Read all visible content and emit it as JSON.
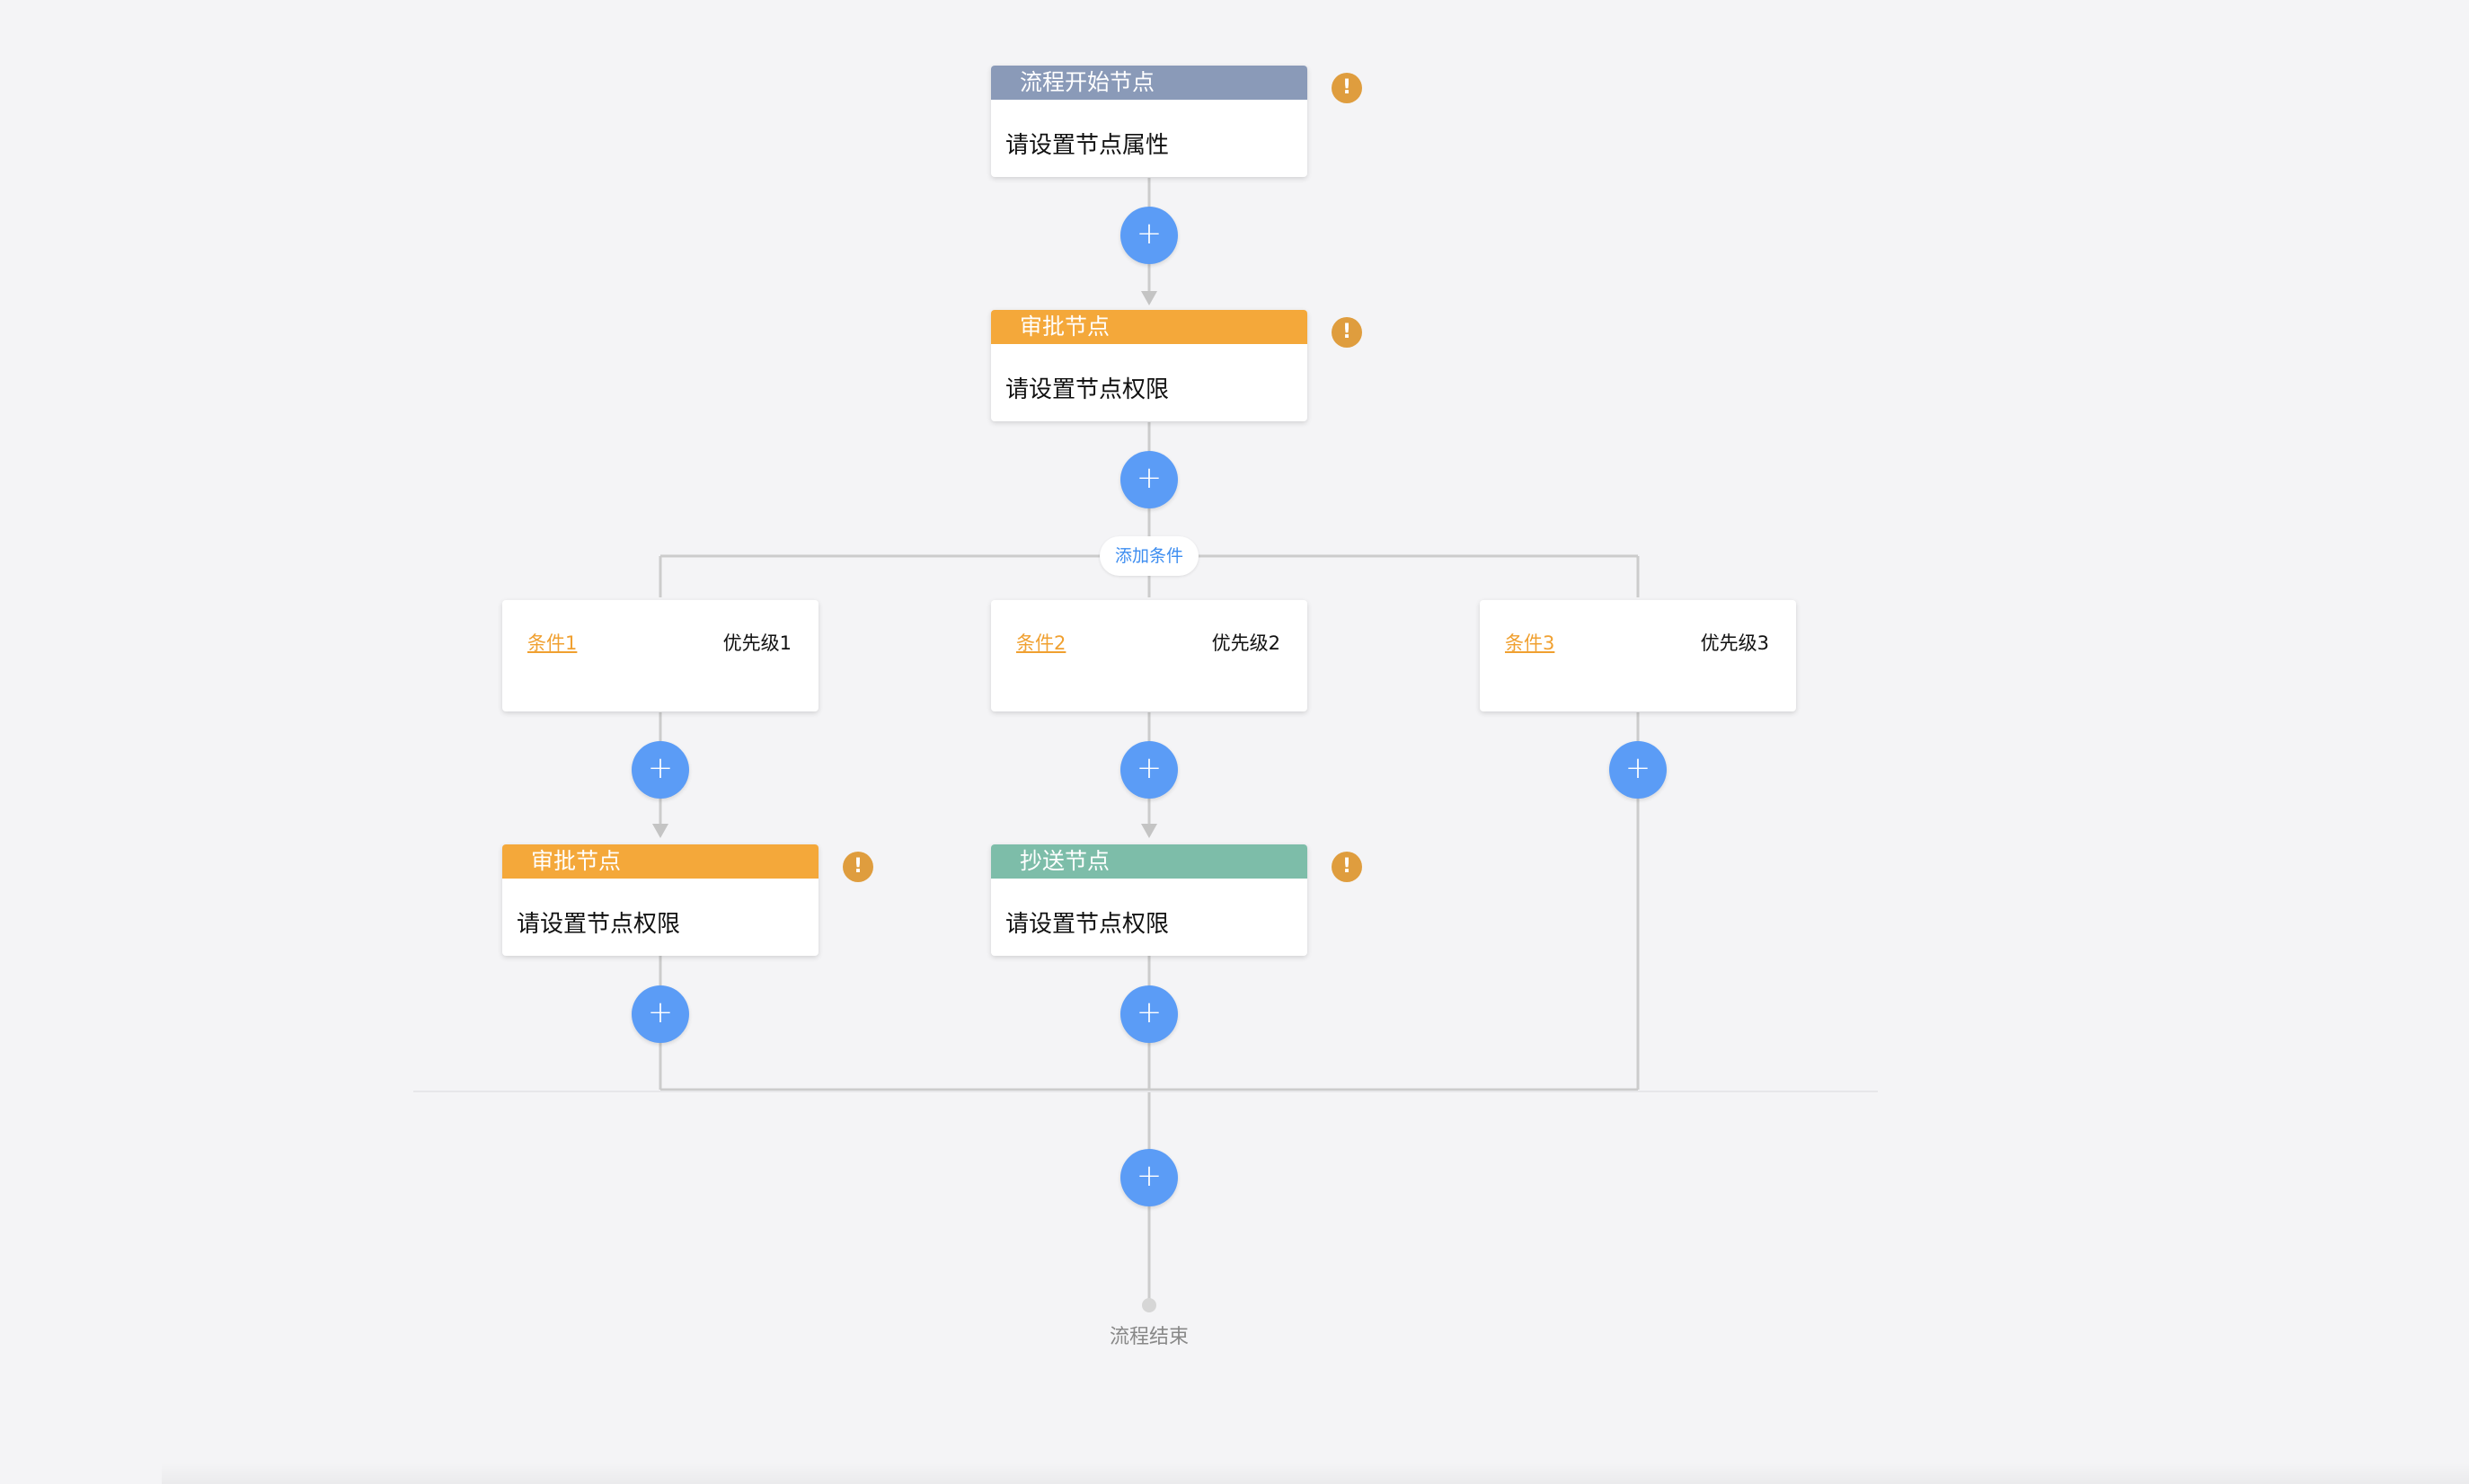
{
  "colors": {
    "background": "#f4f4f6",
    "start_header": "#8a9ab8",
    "approver_header": "#f4a83a",
    "cc_header": "#7dbda9",
    "add_button": "#5b9cf6",
    "warning": "#df9d3e",
    "condition_link": "#f0a030",
    "add_condition_text": "#3d8df0",
    "connector": "#cccccc"
  },
  "start_node": {
    "title": "流程开始节点",
    "body": "请设置节点属性",
    "warning_icon": "exclamation-icon"
  },
  "approval_node": {
    "title": "审批节点",
    "body": "请设置节点权限",
    "warning_icon": "exclamation-icon"
  },
  "add_condition_label": "添加条件",
  "add_button_symbol": "+",
  "warning_symbol": "!",
  "conditions": [
    {
      "name": "条件1",
      "priority": "优先级1"
    },
    {
      "name": "条件2",
      "priority": "优先级2"
    },
    {
      "name": "条件3",
      "priority": "优先级3"
    }
  ],
  "branch_nodes": [
    {
      "title": "审批节点",
      "body": "请设置节点权限",
      "kind": "approver"
    },
    {
      "title": "抄送节点",
      "body": "请设置节点权限",
      "kind": "cc"
    }
  ],
  "end_label": "流程结束"
}
